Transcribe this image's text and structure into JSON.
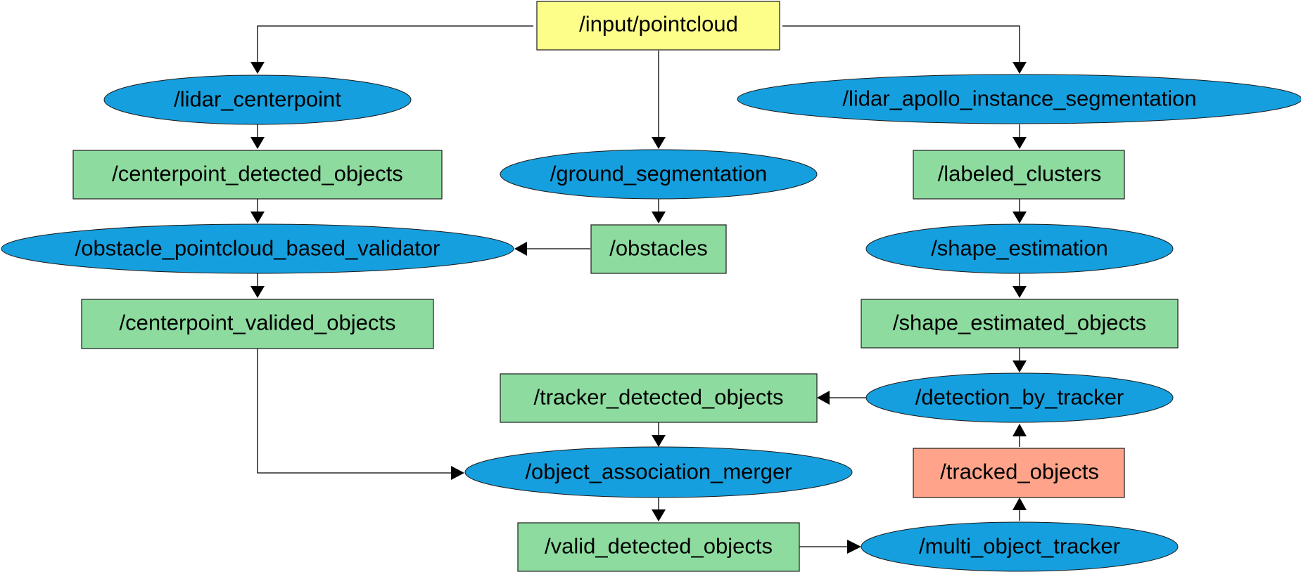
{
  "colors": {
    "source_topic": "#fdfd8a",
    "topic": "#8ddb9f",
    "node": "#169fde",
    "tracked_topic": "#ffa48a"
  },
  "nodes": {
    "input_pointcloud": "/input/pointcloud",
    "lidar_centerpoint": "/lidar_centerpoint",
    "lidar_apollo_instance_segmentation": "/lidar_apollo_instance_segmentation",
    "centerpoint_detected_objects": "/centerpoint_detected_objects",
    "ground_segmentation": "/ground_segmentation",
    "labeled_clusters": "/labeled_clusters",
    "obstacle_pointcloud_based_validator": "/obstacle_pointcloud_based_validator",
    "obstacles": "/obstacles",
    "shape_estimation": "/shape_estimation",
    "centerpoint_valided_objects": "/centerpoint_valided_objects",
    "shape_estimated_objects": "/shape_estimated_objects",
    "tracker_detected_objects": "/tracker_detected_objects",
    "detection_by_tracker": "/detection_by_tracker",
    "object_association_merger": "/object_association_merger",
    "tracked_objects": "/tracked_objects",
    "valid_detected_objects": "/valid_detected_objects",
    "multi_object_tracker": "/multi_object_tracker"
  }
}
